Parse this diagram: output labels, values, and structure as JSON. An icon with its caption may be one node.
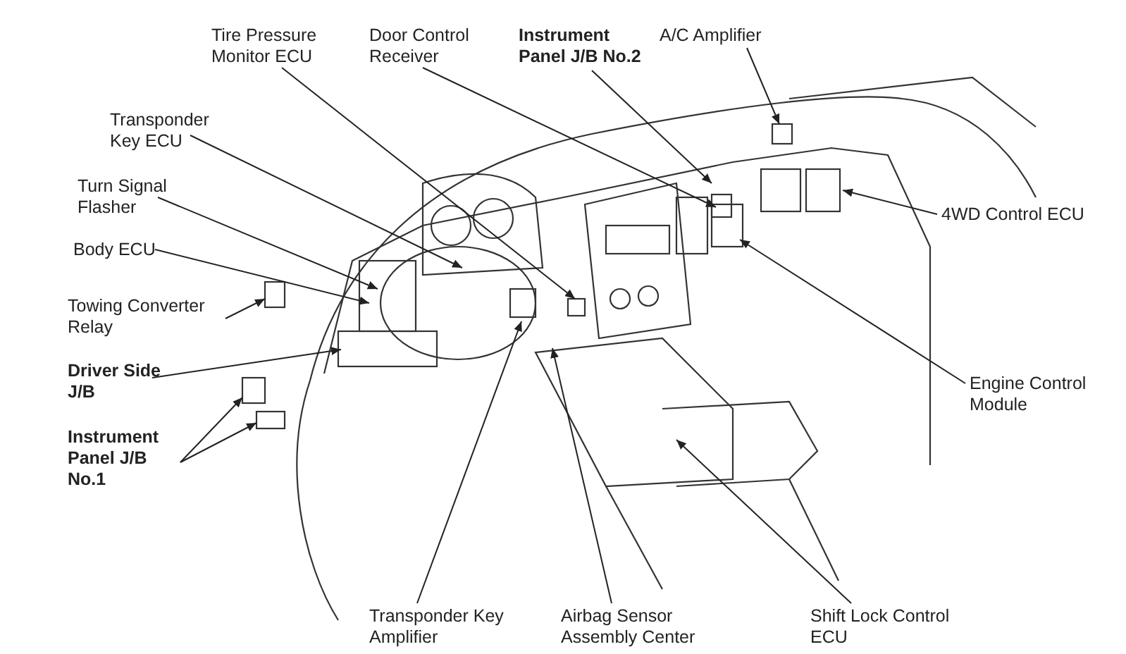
{
  "diagram": {
    "nodes": [
      {
        "text": [
          "Tire Pressure Monitor ECU"
        ]
      },
      {
        "text": [
          "Door Control Receiver"
        ]
      },
      {
        "text": [
          "Instrument Panel J/B No.2"
        ]
      },
      {
        "text": [
          "A/C Amplifier"
        ]
      },
      {
        "text": [
          "Transponder Key ECU"
        ]
      },
      {
        "text": [
          "Turn Signal Flasher"
        ]
      },
      {
        "text": [
          "Body ECU"
        ]
      },
      {
        "text": [
          "Towing Converter Relay"
        ]
      },
      {
        "text": [
          "Driver Side J/B"
        ]
      },
      {
        "text": [
          "Instrument Panel J/B No.1"
        ]
      },
      {
        "text": [
          "4WD Control ECU"
        ]
      },
      {
        "text": [
          "Engine Control Module"
        ]
      },
      {
        "text": [
          "Transponder Key Amplifier"
        ]
      },
      {
        "text": [
          "Airbag Sensor Assembly Center"
        ]
      },
      {
        "text": [
          "Shift Lock Control ECU"
        ]
      }
    ],
    "edges": [
      {
        "from": 0,
        "to": null,
        "arrow": "to"
      },
      {
        "from": 1,
        "to": null,
        "arrow": "to"
      },
      {
        "from": 2,
        "to": null,
        "arrow": "to"
      },
      {
        "from": 3,
        "to": null,
        "arrow": "to"
      },
      {
        "from": 4,
        "to": null,
        "arrow": "to"
      },
      {
        "from": 5,
        "to": null,
        "arrow": "to"
      },
      {
        "from": 6,
        "to": null,
        "arrow": "to"
      },
      {
        "from": 7,
        "to": null,
        "arrow": "to"
      },
      {
        "from": 8,
        "to": null,
        "arrow": "to"
      },
      {
        "from": 9,
        "to": null,
        "arrow": "to"
      },
      {
        "from": 9,
        "to": null,
        "arrow": "to"
      },
      {
        "from": 10,
        "to": null,
        "arrow": "to"
      },
      {
        "from": 11,
        "to": null,
        "arrow": "to"
      },
      {
        "from": 12,
        "to": null,
        "arrow": "to"
      },
      {
        "from": 13,
        "to": null,
        "arrow": "to"
      },
      {
        "from": 14,
        "to": null,
        "arrow": "to"
      }
    ]
  }
}
